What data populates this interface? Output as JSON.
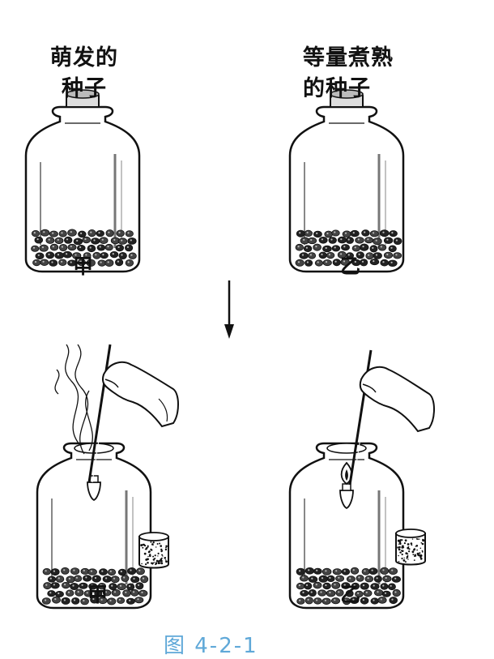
{
  "top": {
    "left_label_line1": "萌发的",
    "left_label_line2": "种子",
    "right_label_line1": "等量煮熟",
    "right_label_line2": "的种子",
    "left_jar_label": "甲",
    "right_jar_label": "乙"
  },
  "bottom": {
    "left_jar_label": "甲",
    "right_jar_label": "乙"
  },
  "caption": "图 4-2-1",
  "colors": {
    "ink": "#111111",
    "caption": "#5fa8d8",
    "cork": "#dddddd"
  }
}
